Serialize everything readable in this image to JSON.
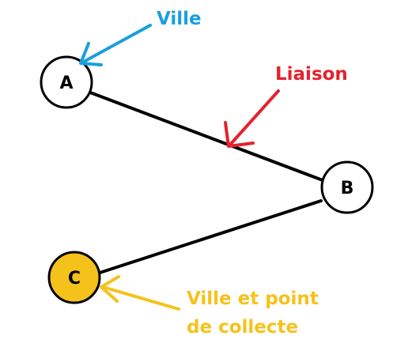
{
  "nodes": {
    "a": {
      "label": "A"
    },
    "b": {
      "label": "B"
    },
    "c": {
      "label": "C"
    }
  },
  "annotations": {
    "ville": "Ville",
    "liaison": "Liaison",
    "collecte_line1": "Ville et point",
    "collecte_line2": "de collecte"
  },
  "colors": {
    "ville": "#1a9fdc",
    "liaison": "#e3222d",
    "collecte": "#f5c21b",
    "node_fill": "#ffffff",
    "collecte_fill": "#f5c21b",
    "stroke": "#000000"
  }
}
